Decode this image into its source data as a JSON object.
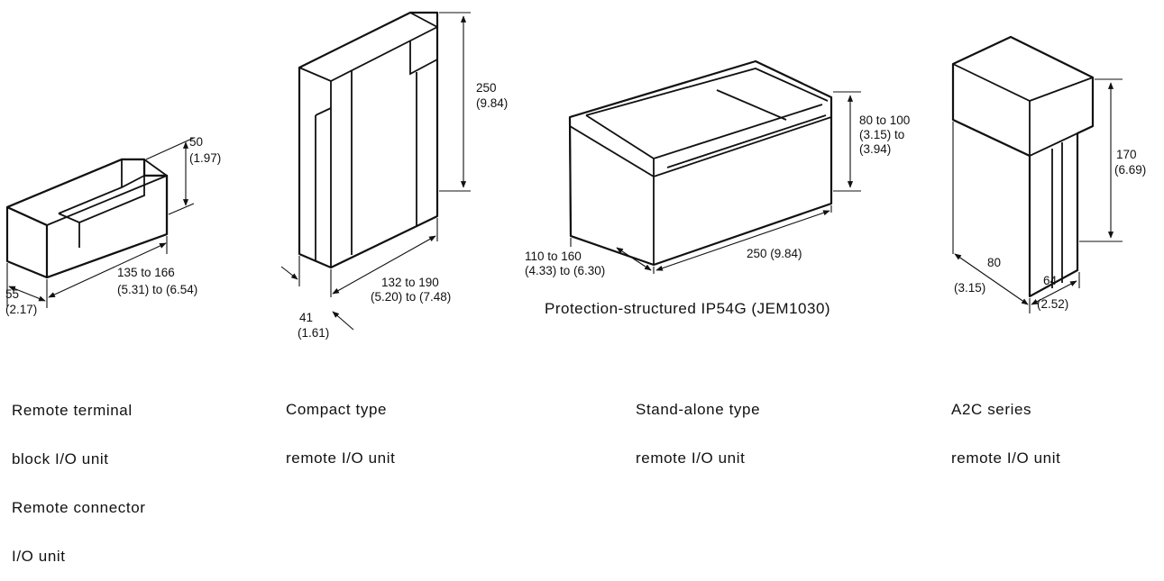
{
  "units": [
    {
      "caption": [
        "Remote terminal",
        "block I/O unit",
        "Remote connector",
        "I/O unit"
      ],
      "dimensions": {
        "height": [
          "50",
          "(1.97)"
        ],
        "depth": [
          "135 to 166",
          "(5.31) to (6.54)"
        ],
        "width": [
          "55",
          "(2.17)"
        ]
      }
    },
    {
      "caption": [
        "Compact type",
        "remote I/O unit"
      ],
      "dimensions": {
        "height": [
          "250",
          "(9.84)"
        ],
        "depth": [
          "132 to 190",
          "(5.20) to (7.48)"
        ],
        "width": [
          "41",
          "(1.61)"
        ]
      }
    },
    {
      "caption": [
        "Stand-alone type",
        "remote I/O unit"
      ],
      "note": "Protection-structured IP54G (JEM1030)",
      "dimensions": {
        "height": [
          "80 to 100",
          "(3.15) to",
          "(3.94)"
        ],
        "length": "250 (9.84)",
        "width": [
          "110 to 160",
          "(4.33) to (6.30)"
        ]
      }
    },
    {
      "caption": [
        "A2C series",
        "remote I/O unit"
      ],
      "dimensions": {
        "height": [
          "170",
          "(6.69)"
        ],
        "width": [
          "80",
          "(3.15)"
        ],
        "depth": [
          "64",
          "(2.52)"
        ]
      }
    }
  ]
}
